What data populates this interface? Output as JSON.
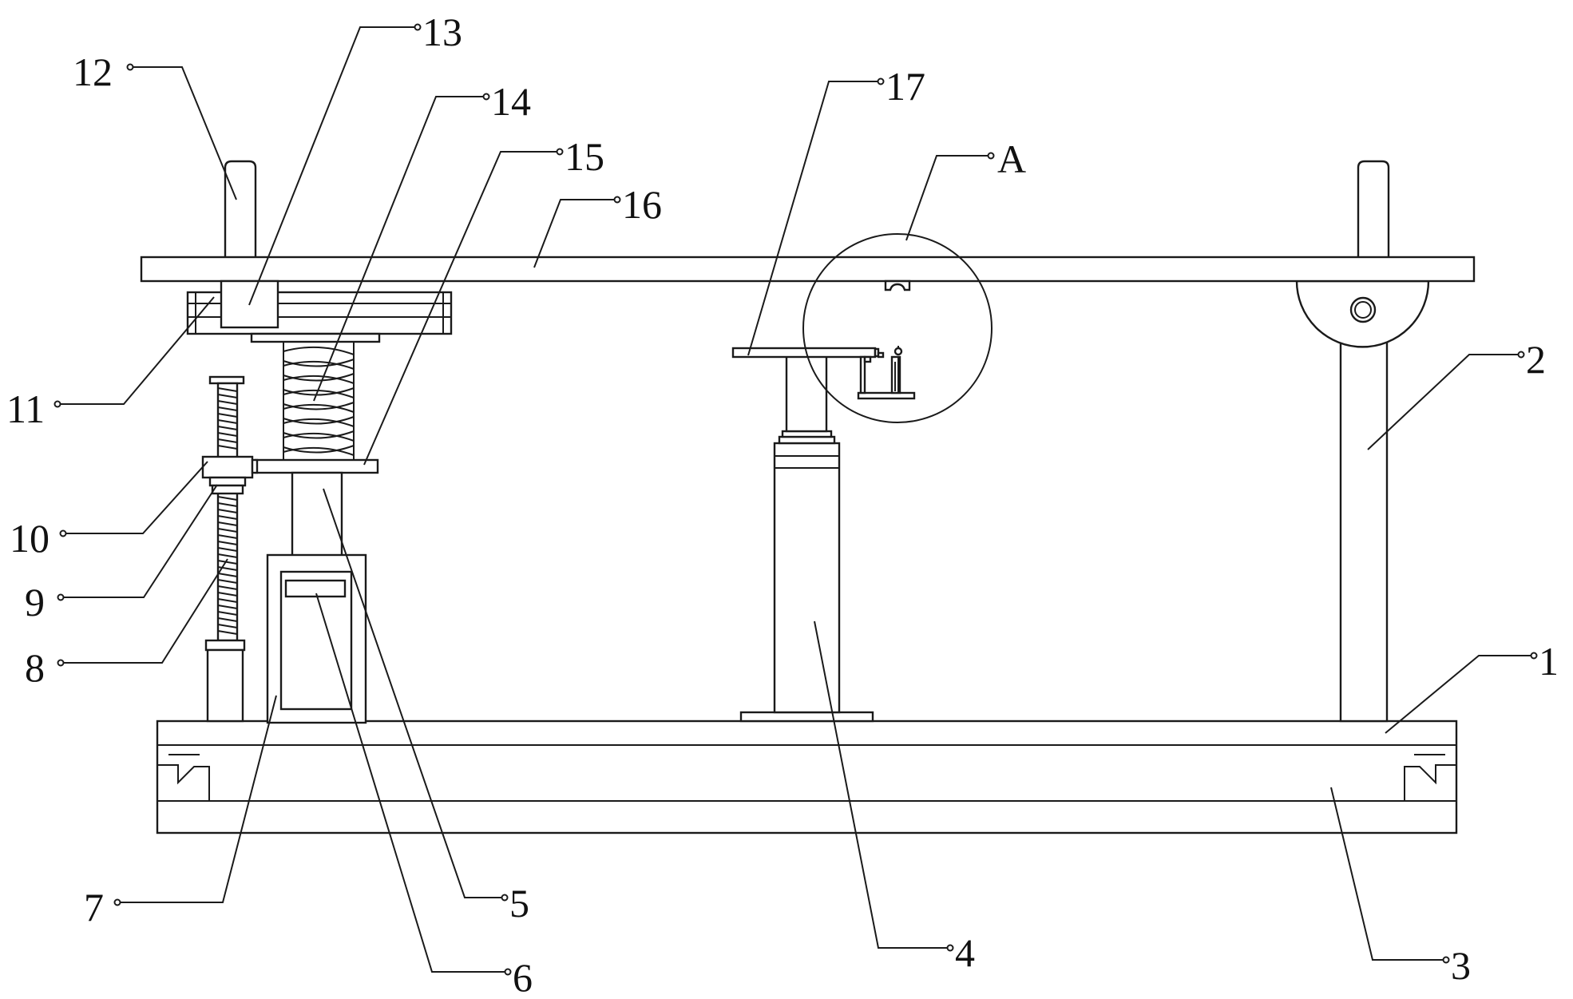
{
  "figure": {
    "labels": [
      {
        "id": "1",
        "text": "1"
      },
      {
        "id": "2",
        "text": "2"
      },
      {
        "id": "3",
        "text": "3"
      },
      {
        "id": "4",
        "text": "4"
      },
      {
        "id": "5",
        "text": "5"
      },
      {
        "id": "6",
        "text": "6"
      },
      {
        "id": "7",
        "text": "7"
      },
      {
        "id": "8",
        "text": "8"
      },
      {
        "id": "9",
        "text": "9"
      },
      {
        "id": "10",
        "text": "10"
      },
      {
        "id": "11",
        "text": "11"
      },
      {
        "id": "12",
        "text": "12"
      },
      {
        "id": "13",
        "text": "13"
      },
      {
        "id": "14",
        "text": "14"
      },
      {
        "id": "15",
        "text": "15"
      },
      {
        "id": "16",
        "text": "16"
      },
      {
        "id": "17",
        "text": "17"
      },
      {
        "id": "A",
        "text": "A"
      }
    ],
    "detail_circle_label": "A"
  }
}
